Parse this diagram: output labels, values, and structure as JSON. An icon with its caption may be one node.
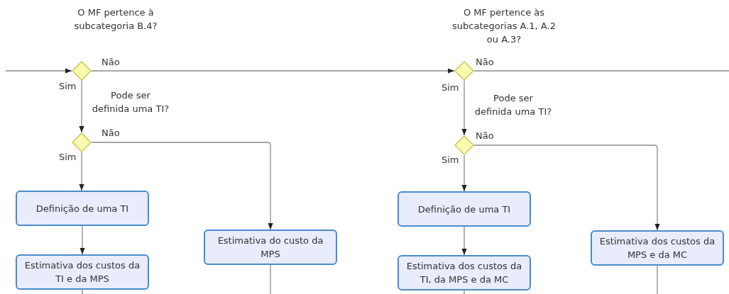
{
  "diagram": {
    "nodes": [
      {
        "text": [
          "O MF pertence à subcategoria B.4?"
        ]
      },
      {
        "text": [
          "Pode ser definida uma TI?"
        ]
      },
      {
        "text": [
          "Definição de uma TI"
        ]
      },
      {
        "text": [
          "Estimativa dos custos da TI e da MPS"
        ]
      },
      {
        "text": [
          "Estimativa do custo da MPS"
        ]
      },
      {
        "text": [
          "O MF pertence às subcategorias A.1, A.2 ou A.3?"
        ]
      },
      {
        "text": [
          "Pode ser definida uma TI?"
        ]
      },
      {
        "text": [
          "Definição de uma TI"
        ]
      },
      {
        "text": [
          "Estimativa dos custos da TI, da MPS e da MC"
        ]
      },
      {
        "text": [
          "Estimativa dos custos da MPS e da MC"
        ]
      }
    ],
    "edges": [
      {
        "from": null,
        "to": 0,
        "arrow": "to"
      },
      {
        "from": 0,
        "to": 5,
        "arrow": "to",
        "label": "Não"
      },
      {
        "from": 5,
        "to": null,
        "arrow": "none",
        "label": "Não"
      },
      {
        "from": 0,
        "to": 1,
        "arrow": "to",
        "label": "Sim"
      },
      {
        "from": 1,
        "to": 2,
        "arrow": "to",
        "label": "Sim"
      },
      {
        "from": 1,
        "to": 4,
        "arrow": "to",
        "label": "Não"
      },
      {
        "from": 2,
        "to": 3,
        "arrow": "to"
      },
      {
        "from": 3,
        "to": null,
        "arrow": "none"
      },
      {
        "from": 4,
        "to": null,
        "arrow": "none"
      },
      {
        "from": 5,
        "to": 6,
        "arrow": "to",
        "label": "Sim"
      },
      {
        "from": 6,
        "to": 7,
        "arrow": "to",
        "label": "Sim"
      },
      {
        "from": 6,
        "to": 9,
        "arrow": "to",
        "label": "Não"
      },
      {
        "from": 7,
        "to": 8,
        "arrow": "to"
      },
      {
        "from": 8,
        "to": null,
        "arrow": "none"
      },
      {
        "from": 9,
        "to": null,
        "arrow": "none"
      }
    ]
  }
}
